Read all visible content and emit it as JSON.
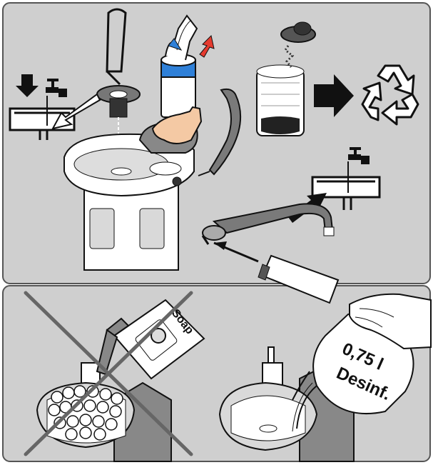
{
  "illustration": {
    "soap_bottle_label": "Soap",
    "jug_label_volume": "0,75 l",
    "jug_label_agent": "Desinf."
  },
  "colors": {
    "panel_gray": "#cfcfcf",
    "panel_border": "#555555",
    "basin_gray": "#d9d9d9",
    "dark_gray": "#7a7a7a",
    "arrow_red": "#e53a2e",
    "wipes_blue": "#2f80d8",
    "skin": "#f4c9a4",
    "ink": "#111111"
  },
  "icons": [
    "water-drain-icon",
    "faucet-icon",
    "recycle-icon",
    "prohibited-cross-icon"
  ]
}
